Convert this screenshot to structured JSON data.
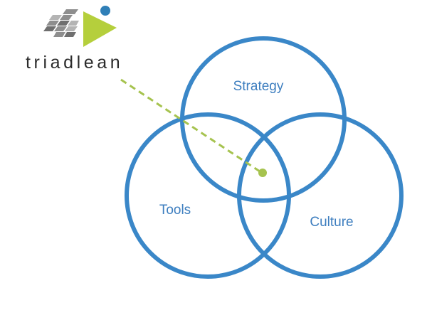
{
  "logo": {
    "wordmark": "triadlean",
    "colors": {
      "dark_gray": "#6f6f6f",
      "mid_gray": "#8e8e8e",
      "light_gray": "#b4b4b4",
      "green": "#b5cf3c",
      "blue_dot": "#2f7fb7",
      "text": "#2b2b2b"
    }
  },
  "venn": {
    "circle_color": "#3a87c8",
    "label_color": "#3d7ebf",
    "labels": {
      "top": "Strategy",
      "left": "Tools",
      "right": "Culture"
    }
  },
  "pointer": {
    "color": "#a6c34f",
    "style": "dashed"
  }
}
